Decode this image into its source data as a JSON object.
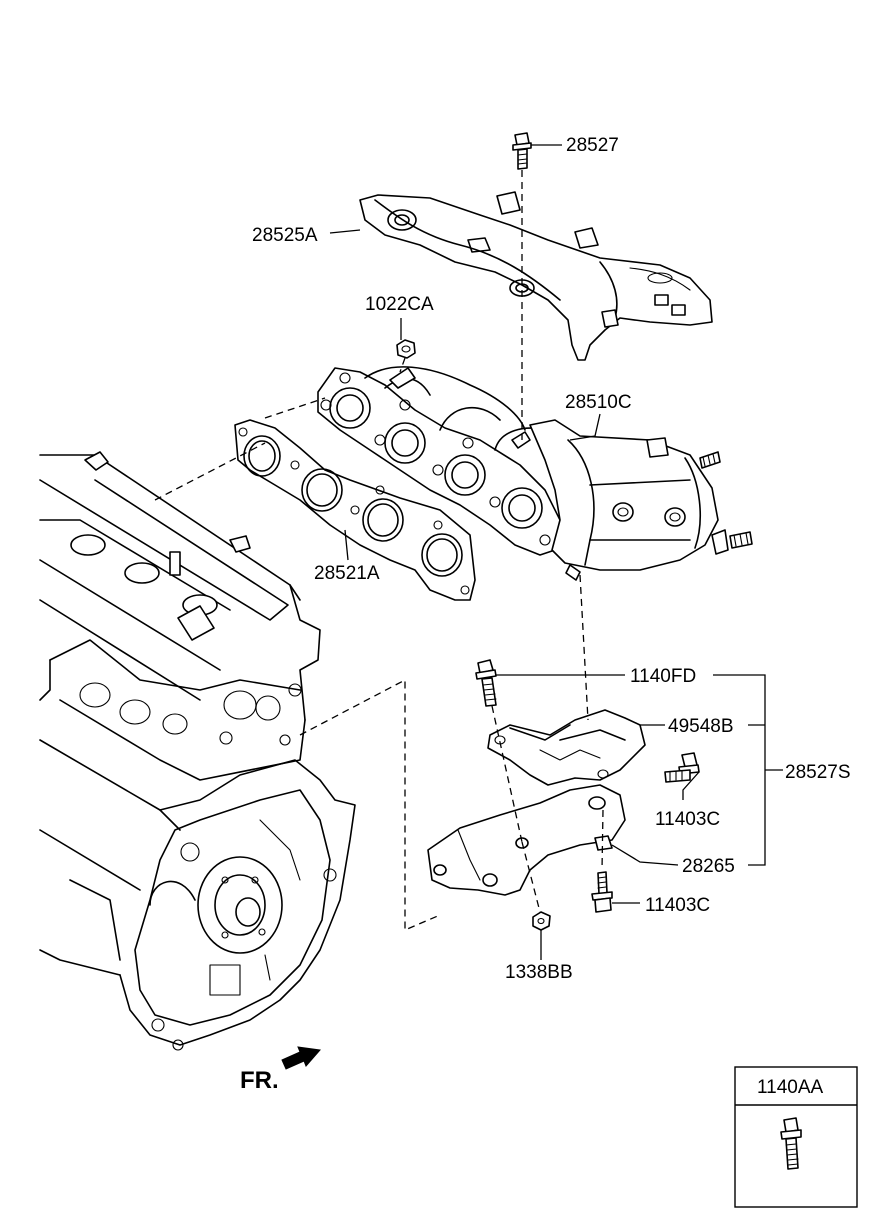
{
  "labels": {
    "p28527": "28527",
    "p28525A": "28525A",
    "p1022CA": "1022CA",
    "p28510C": "28510C",
    "p28521A": "28521A",
    "p1140FD": "1140FD",
    "p49548B": "49548B",
    "p28527S": "28527S",
    "p11403C_a": "11403C",
    "p28265": "28265",
    "p11403C_b": "11403C",
    "p1338BB": "1338BB"
  },
  "front_indicator": "FR.",
  "legend_box": {
    "part_number": "1140AA",
    "icon": "flange-bolt-icon"
  }
}
